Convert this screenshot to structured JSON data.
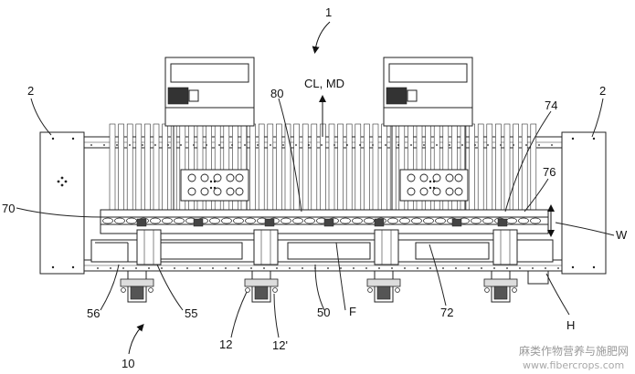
{
  "labels": {
    "l1": "1",
    "l2_left": "2",
    "l2_right": "2",
    "cl_md": "CL, MD",
    "l80": "80",
    "l74": "74",
    "l76": "76",
    "l70": "70",
    "lW": "W",
    "l56": "56",
    "l55": "55",
    "l50": "50",
    "lF": "F",
    "l72": "72",
    "lH": "H",
    "l12": "12",
    "l12p": "12'",
    "l10": "10"
  },
  "watermark": {
    "line1": "麻类作物营养与施肥网",
    "line2": "www.fibercrops.com"
  }
}
